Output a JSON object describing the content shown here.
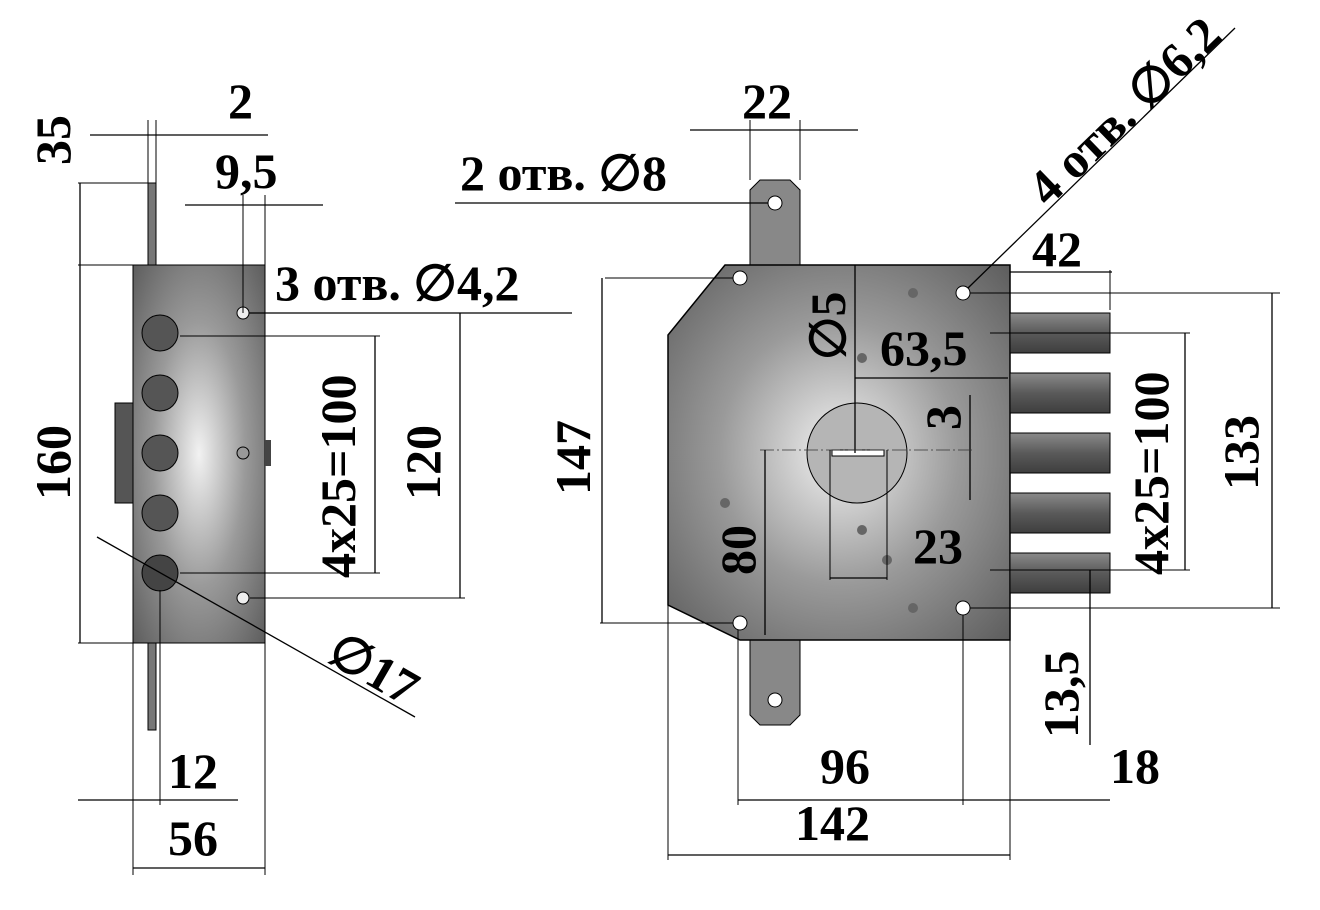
{
  "title": "Lock mounting dimensions drawing",
  "colors": {
    "metal_light": "#d6d6d6",
    "metal_dark": "#6a6a6a",
    "line": "#000000"
  },
  "side_view": {
    "dims": {
      "d35": "35",
      "d2": "2",
      "d9_5": "9,5",
      "holes_4_2": "3 отв. ∅4,2",
      "d160": "160",
      "pitch": "4x25=100",
      "d120": "120",
      "d17": "∅17",
      "d12": "12",
      "d56": "56"
    }
  },
  "front_view": {
    "dims": {
      "d22": "22",
      "holes_8": "2 отв. ∅8",
      "holes_6_2": "4 отв. ∅6,2",
      "d42": "42",
      "d5": "∅5",
      "d63_5": "63,5",
      "d3": "3",
      "d147": "147",
      "pitch": "4x25=100",
      "d133": "133",
      "d80": "80",
      "d23": "23",
      "d13_5": "13,5",
      "d96": "96",
      "d18": "18",
      "d142": "142"
    }
  }
}
